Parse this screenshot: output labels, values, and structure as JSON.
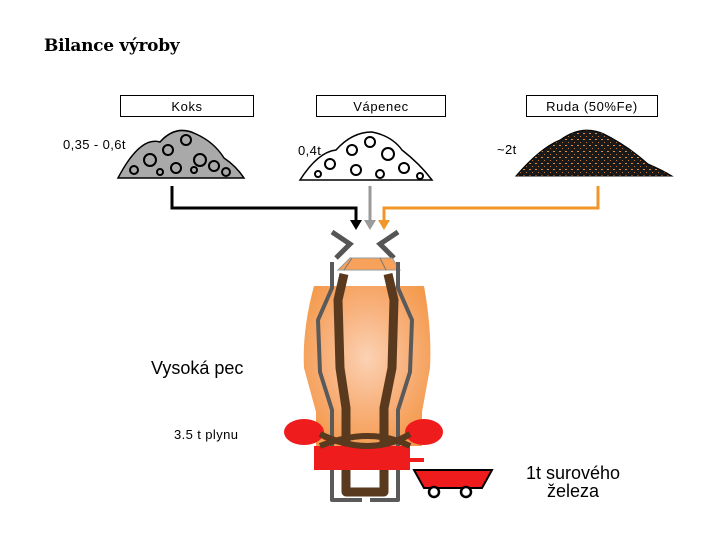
{
  "title": "Bilance výroby",
  "inputs": [
    {
      "name": "Koks",
      "amount": "0,35 - 0,6t"
    },
    {
      "name": "Vápenec",
      "amount": "0,4t"
    },
    {
      "name": "Ruda (50%Fe)",
      "amount": "~2t"
    }
  ],
  "furnace_label": "Vysoká pec",
  "gas_label": "3.5 t plynu",
  "product_line1": "1t surového",
  "product_line2": "železa",
  "colors": {
    "coke_arrow": "#000000",
    "limestone_arrow": "#9a9a9a",
    "ore_arrow": "#f0962a",
    "furnace_wall": "#5a3a1e",
    "furnace_glow": "#f7a15a",
    "molten": "#ee1c1c"
  },
  "icons": [
    "coke-pile-icon",
    "limestone-pile-icon",
    "ore-pile-icon",
    "ladle-cart-icon"
  ]
}
